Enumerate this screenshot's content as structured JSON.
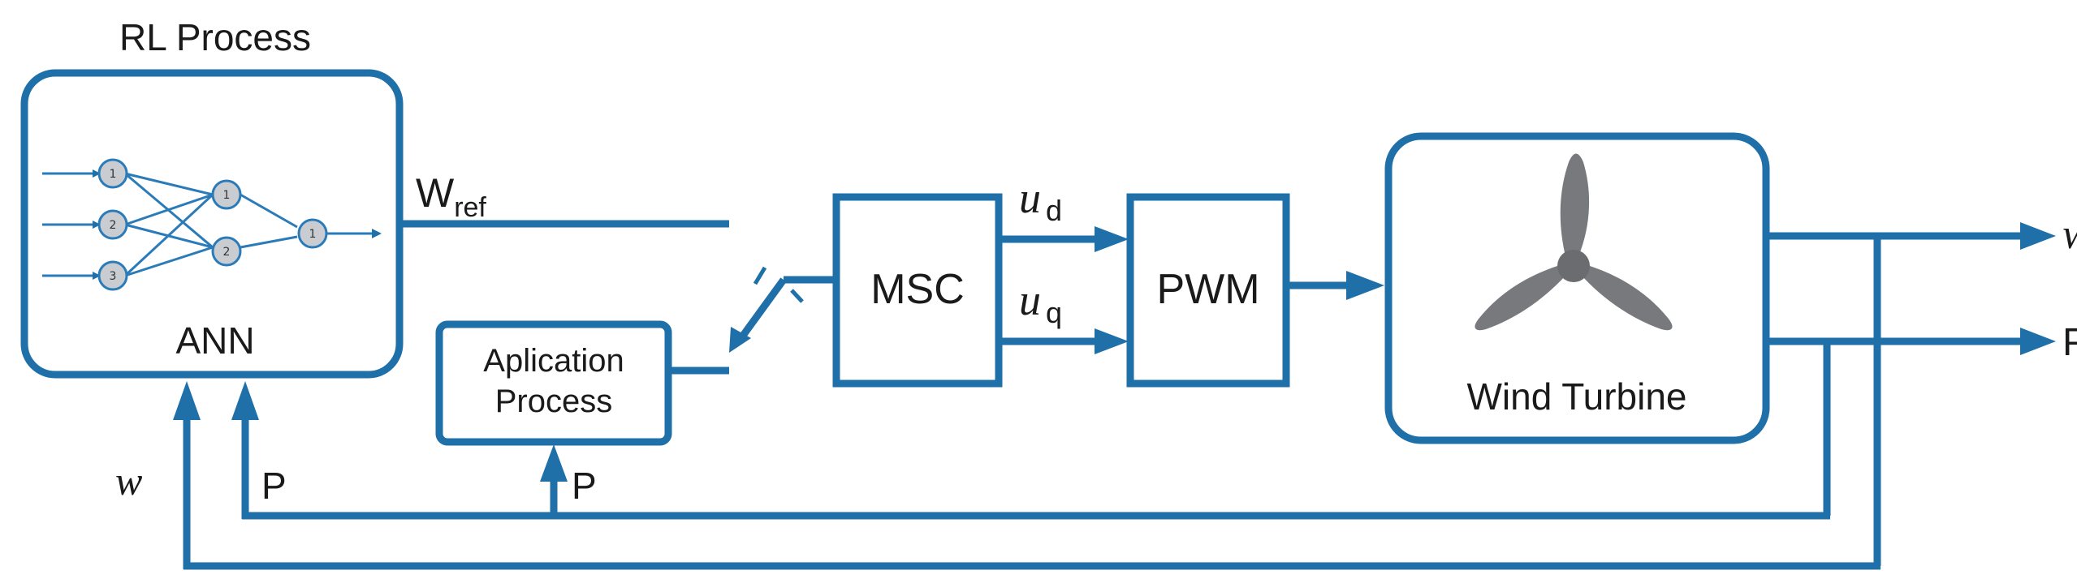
{
  "rl_block": {
    "title": "RL Process",
    "ann_label": "ANN"
  },
  "neural_net": {
    "input_nodes": [
      "1",
      "2",
      "3"
    ],
    "hidden_nodes": [
      "1",
      "2"
    ],
    "output_nodes": [
      "1"
    ]
  },
  "signals": {
    "w_ref_main": "W",
    "w_ref_sub": "ref",
    "u_d_main": "u",
    "u_d_sub": "d",
    "u_q_main": "u",
    "u_q_sub": "q",
    "out_w": "w",
    "out_p": "P",
    "fb_w": "w",
    "fb_p_ann": "P",
    "fb_p_app": "P"
  },
  "app_block": {
    "line1": "Aplication",
    "line2": "Process"
  },
  "msc_block": {
    "label": "MSC"
  },
  "pwm_block": {
    "label": "PWM"
  },
  "turbine_block": {
    "label": "Wind Turbine"
  },
  "colors": {
    "line": "#1f6fa8",
    "blade": "#77797c",
    "node": "#c9cdd2"
  }
}
